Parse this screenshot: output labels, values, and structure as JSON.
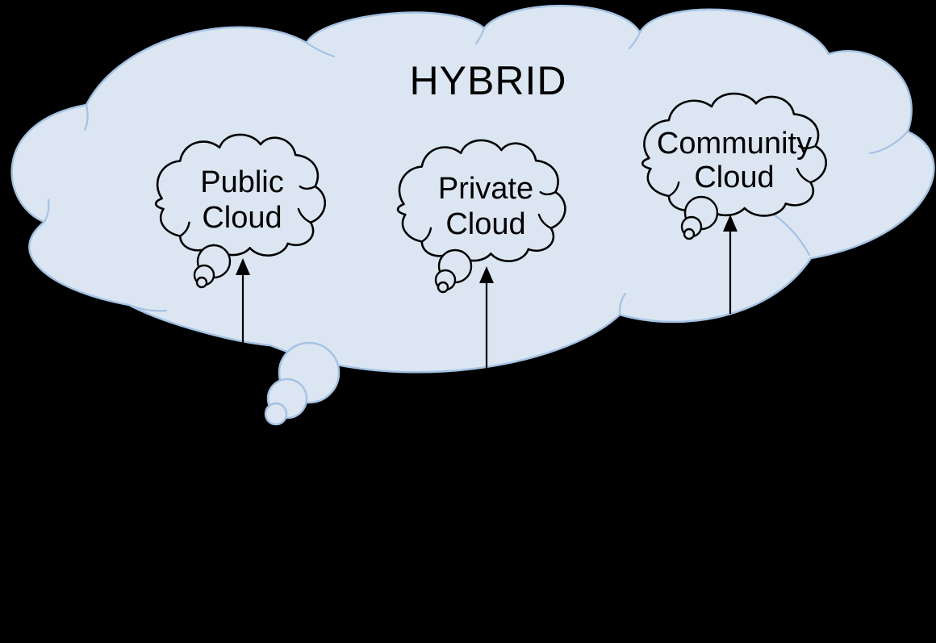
{
  "diagram": {
    "title": "HYBRID",
    "clouds": [
      {
        "name": "Public Cloud",
        "line1": "Public",
        "line2": "Cloud"
      },
      {
        "name": "Private Cloud",
        "line1": "Private",
        "line2": "Cloud"
      },
      {
        "name": "Community Cloud",
        "line1": "Community",
        "line2": "Cloud"
      }
    ],
    "arrows": [
      {
        "to": "Public Cloud"
      },
      {
        "to": "Private Cloud"
      },
      {
        "to": "Community Cloud"
      }
    ],
    "colors": {
      "canvas_background": "#000000",
      "hybrid_cloud_fill": "#dce6f2",
      "hybrid_cloud_stroke": "#a5c2e3",
      "inner_cloud_stroke": "#000000",
      "text": "#000000"
    }
  }
}
